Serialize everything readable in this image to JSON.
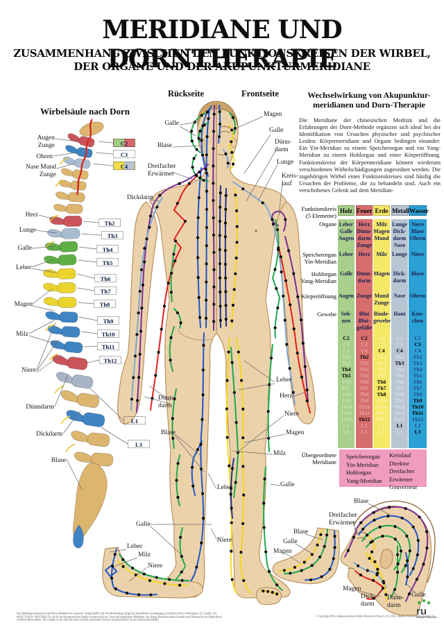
{
  "title": "MERIDIANE UND DORNTHERAPIE",
  "subtitle_line1": "ZUSAMMENHANG ZWISCHEN DEN FUNKTIONSKREISEN DER WIRBEL,",
  "subtitle_line2": "DER ORGANE UND DER AKUPUNKTURMERIDIANE",
  "spine": {
    "heading": "Wirbelsäule nach Dorn",
    "boxes": [
      {
        "label": "C2",
        "colors": [
          "#9fcf85",
          "#d9676b"
        ]
      },
      {
        "label": "C3",
        "colors": [
          "#3f9fd4"
        ]
      },
      {
        "label": "C4",
        "colors": [
          "#f2e04a",
          "#b9c5d2"
        ]
      },
      {
        "label": "Th2",
        "colors": [
          "#d9676b"
        ]
      },
      {
        "label": "Th3",
        "colors": [
          "#b9c5d2"
        ]
      },
      {
        "label": "Th4",
        "colors": [
          "#9fcf85"
        ]
      },
      {
        "label": "Th5",
        "colors": [
          "#9fcf85"
        ]
      },
      {
        "label": "Th6",
        "colors": [
          "#f2e04a"
        ]
      },
      {
        "label": "Th7",
        "colors": [
          "#f2e04a"
        ]
      },
      {
        "label": "Th8",
        "colors": [
          "#f2e04a"
        ]
      },
      {
        "label": "Th9",
        "colors": [
          "#3f9fd4"
        ]
      },
      {
        "label": "Th10",
        "colors": [
          "#3f9fd4"
        ]
      },
      {
        "label": "Th11",
        "colors": [
          "#3f9fd4"
        ]
      },
      {
        "label": "Th12",
        "colors": [
          "#d9676b"
        ]
      },
      {
        "label": "L1",
        "colors": [
          "#b9c5d2"
        ]
      },
      {
        "label": "L3",
        "colors": [
          "#3f9fd4"
        ]
      }
    ]
  },
  "labels": {
    "augen": "Augen\nZunge",
    "ohren": "Ohren",
    "nase": "Nase Mund\nZunge",
    "herz": "Herz",
    "lunge": "Lunge",
    "galle": "Galle",
    "leber": "Leber",
    "magen": "Magen",
    "milz": "Milz",
    "niere": "Niere",
    "duenndarm": "Dünndarm",
    "dickdarm": "Dickdarm",
    "blase": "Blase",
    "rueckseite": "Rückseite",
    "frontseite": "Frontseite",
    "b_galle": "Galle",
    "b_blase": "Blase",
    "b_de": "Dreifacher\nErwärmer",
    "b_dickdarm": "Dickdarm",
    "f_magen": "Magen",
    "f_galle": "Galle",
    "f_duenndarm": "Dünn-\ndarm",
    "f_lunge": "Lunge",
    "f_kreislauf": "Kreis-\nlauf",
    "duenndarm_low": "Dünn-\ndarm",
    "blase_low": "Blase",
    "f_leber": "Leber",
    "f_herz": "Herz",
    "f_niere": "Niere",
    "f_magen2": "Magen",
    "f_milz": "Milz",
    "f_galle2": "Galle",
    "c_leber": "Leber",
    "c_niere": "Niere",
    "ll_galle": "Galle",
    "lf_leber": "Leber",
    "lf_milz": "Milz",
    "lf_niere": "Niere",
    "rf_blase": "Blase",
    "rf_galle": "Galle",
    "rf_magen": "Magen",
    "h_de": "Dreifacher\nErwärmer",
    "h_blase": "Blase",
    "h_magen": "Magen",
    "h_dickdarm": "Dick-\ndarm",
    "h_duenndarm": "Dünn-\ndarm",
    "h_galle": "Galle"
  },
  "sidebar": {
    "heading": "Wechselwirkung von Akupunktur-\nmeridianen und Dorn-Therapie",
    "paragraph": "Die Meridiane der chinesischen Medizin und die Erfahrungen der Dorn-Methode ergänzen sich ideal bei der Identifikation von Ursachen physischer und psychischer Leiden. Körpermeridiane und Organe bedingen einander: Ein Yin-Meridian zu einem Speicherorgan und ein Yang-Meridian zu einem Hohlorgan und einer Körperöffnung. Funktionskreise der Körpermeridiane können wiederum verschiedenen Wirbelschädigungen zugeordnet werden. Die zugehörigen Wirbel eines Funktionskreises sind häufig die Ursachen der Probleme, die zu behandeln sind. Auch ein verschobenes Gelenk auf dem Meridian-"
  },
  "table": {
    "row_labels": [
      "Funktionskreis\n(5 Elemente)",
      "Organe",
      "Speicherorgan\nYin-Meridian",
      "Hohlorgan\nYang-Meridian",
      "Körperöffnung",
      "Gewebe",
      "Übergeordnete\nMeridiane"
    ],
    "pink": "#ef9cbe",
    "columns": [
      {
        "name": "Holz",
        "color": "#a9cf8c",
        "border": "#6f9b55",
        "faded": "#c9e2b1",
        "organe": "Leber\nGalle\nAugen",
        "speicherorgan": "Leber",
        "hohlorgan": "Galle",
        "koerperoeffnung": "Augen",
        "gewebe": "Seh-\nnen",
        "vertebrae": [
          {
            "t": "C2",
            "on": true
          },
          {
            "t": "C3",
            "on": false
          },
          {
            "t": "C4",
            "on": false
          },
          {
            "t": "Th2",
            "on": false
          },
          {
            "t": "Th3",
            "on": false
          },
          {
            "t": "Th4",
            "on": true
          },
          {
            "t": "Th5",
            "on": true
          },
          {
            "t": "Th6",
            "on": false
          },
          {
            "t": "Th7",
            "on": false
          },
          {
            "t": "Th8",
            "on": false
          },
          {
            "t": "Th9",
            "on": false
          },
          {
            "t": "Th10",
            "on": false
          },
          {
            "t": "Th11",
            "on": false
          },
          {
            "t": "Th12",
            "on": false
          },
          {
            "t": "L1",
            "on": false
          },
          {
            "t": "L3",
            "on": false
          }
        ]
      },
      {
        "name": "Feuer",
        "color": "#d66e6e",
        "border": "#a44848",
        "faded": "#eba7a3",
        "organe": "Herz\nDünn-\ndarm\nZunge",
        "speicherorgan": "Herz",
        "hohlorgan": "Dünn-\ndarm",
        "koerperoeffnung": "Zunge",
        "gewebe": "Blut\nBlut-\ngefäße",
        "vertebrae": [
          {
            "t": "C2",
            "on": true
          },
          {
            "t": "C3",
            "on": false
          },
          {
            "t": "C4",
            "on": false
          },
          {
            "t": "Th2",
            "on": true
          },
          {
            "t": "Th3",
            "on": false
          },
          {
            "t": "Th4",
            "on": false
          },
          {
            "t": "Th5",
            "on": false
          },
          {
            "t": "Th6",
            "on": false
          },
          {
            "t": "Th7",
            "on": false
          },
          {
            "t": "Th8",
            "on": false
          },
          {
            "t": "Th9",
            "on": false
          },
          {
            "t": "Th10",
            "on": false
          },
          {
            "t": "Th11",
            "on": false
          },
          {
            "t": "Th12",
            "on": true
          },
          {
            "t": "L1",
            "on": false
          },
          {
            "t": "L3",
            "on": false
          }
        ]
      },
      {
        "name": "Erde",
        "color": "#f5e866",
        "border": "#bfae3a",
        "faded": "#fbf4ad",
        "organe": "Milz\nMagen\nMund",
        "speicherorgan": "Milz",
        "hohlorgan": "Magen",
        "koerperoeffnung": "Mund\nZunge",
        "gewebe": "Binde-\ngewebe",
        "vertebrae": [
          {
            "t": "C2",
            "on": false
          },
          {
            "t": "C3",
            "on": false
          },
          {
            "t": "C4",
            "on": true
          },
          {
            "t": "Th2",
            "on": false
          },
          {
            "t": "Th3",
            "on": false
          },
          {
            "t": "Th4",
            "on": false
          },
          {
            "t": "Th5",
            "on": false
          },
          {
            "t": "Th6",
            "on": true
          },
          {
            "t": "Th7",
            "on": true
          },
          {
            "t": "Th8",
            "on": true
          },
          {
            "t": "Th9",
            "on": false
          },
          {
            "t": "Th10",
            "on": false
          },
          {
            "t": "Th11",
            "on": false
          },
          {
            "t": "Th12",
            "on": false
          },
          {
            "t": "L1",
            "on": false
          },
          {
            "t": "L3",
            "on": false
          }
        ]
      },
      {
        "name": "Metall",
        "color": "#b9c5d2",
        "border": "#8494a8",
        "faded": "#d9e0e9",
        "organe": "Lunge\nDick-\ndarm\nNase",
        "speicherorgan": "Lunge",
        "hohlorgan": "Dick-\ndarm",
        "koerperoeffnung": "Nase",
        "gewebe": "Haut",
        "vertebrae": [
          {
            "t": "C2",
            "on": false
          },
          {
            "t": "C3",
            "on": false
          },
          {
            "t": "C4",
            "on": true
          },
          {
            "t": "Th2",
            "on": false
          },
          {
            "t": "Th3",
            "on": true
          },
          {
            "t": "Th4",
            "on": false
          },
          {
            "t": "Th5",
            "on": false
          },
          {
            "t": "Th6",
            "on": false
          },
          {
            "t": "Th7",
            "on": false
          },
          {
            "t": "Th8",
            "on": false
          },
          {
            "t": "Th9",
            "on": false
          },
          {
            "t": "Th10",
            "on": false
          },
          {
            "t": "Th11",
            "on": false
          },
          {
            "t": "Th12",
            "on": false
          },
          {
            "t": "L1",
            "on": true
          },
          {
            "t": "L3",
            "on": false
          }
        ]
      },
      {
        "name": "Wasser",
        "color": "#2ba0d4",
        "border": "#1a6f9e",
        "faded": "#1d4a86",
        "organe": "Niere\nBlase\nOhren",
        "speicherorgan": "Niere",
        "hohlorgan": "Blase",
        "koerperoeffnung": "Ohren",
        "gewebe": "Kno-\nchen",
        "vertebrae": [
          {
            "t": "C2",
            "on": false
          },
          {
            "t": "C3",
            "on": true
          },
          {
            "t": "C4",
            "on": false
          },
          {
            "t": "Th2",
            "on": false
          },
          {
            "t": "Th3",
            "on": false
          },
          {
            "t": "Th4",
            "on": false
          },
          {
            "t": "Th5",
            "on": false
          },
          {
            "t": "Th6",
            "on": false
          },
          {
            "t": "Th7",
            "on": false
          },
          {
            "t": "Th8",
            "on": false
          },
          {
            "t": "Th9",
            "on": true
          },
          {
            "t": "Th10",
            "on": true
          },
          {
            "t": "Th11",
            "on": true
          },
          {
            "t": "Th12",
            "on": false
          },
          {
            "t": "L1",
            "on": false
          },
          {
            "t": "L3",
            "on": true
          }
        ]
      }
    ],
    "uebergeordnete": {
      "left": "Speicherorgan\nYin-Meridian\nHohlorgan\nYang-Meridian",
      "right": "Kreislauf\nDirektor\nDreifacher\nErwärmer\nGouverneur"
    }
  },
  "meridian_colors": {
    "Blase": "#1d56c8",
    "Niere": "#23308c",
    "Galle": "#1ea84e",
    "Leber": "#1ea84e",
    "Magen": "#f2d820",
    "Milz": "#f2d820",
    "Dünndarm": "#e3201b",
    "Herz": "#e3201b",
    "Dickdarm": "#7fa8d0",
    "Lunge": "#7fa8d0",
    "Dreifacher Erwärmer": "#7a2e93",
    "Kreislauf": "#7a2e93"
  },
  "footer": {
    "fine_print_left": "Die Abbildung entstand mit den Photo-Modellen der anatomie-Verlag GmbH. Die Veröffentlichung erfolgt mit freundlicher Genehmigung von Hinrich Koch, Wittengasse 12, Casalla, CH.\n40/02 15/03 Ge, 40/07/04/2L39, die für die therapeutischen Inhalte verantwortlich ist. Texte und empfohlene Methoden: der Verlag übernimmt keine Gewähr oder Haftung für den Inhalt dieser\nGefahren-Hinweisblatt. The content of this chart has been carefully researched. Doctors and practitioners do not confirm this liability.",
    "copyright": "© Copyright 2003, rüdiger-anatomie GmbH, Hessenwer Weg 11, D-13 FIG: Berlin, www.ruediger-anatomie.de",
    "logo": "ru",
    "logo_sub": "rüdiger\nanatomie"
  }
}
